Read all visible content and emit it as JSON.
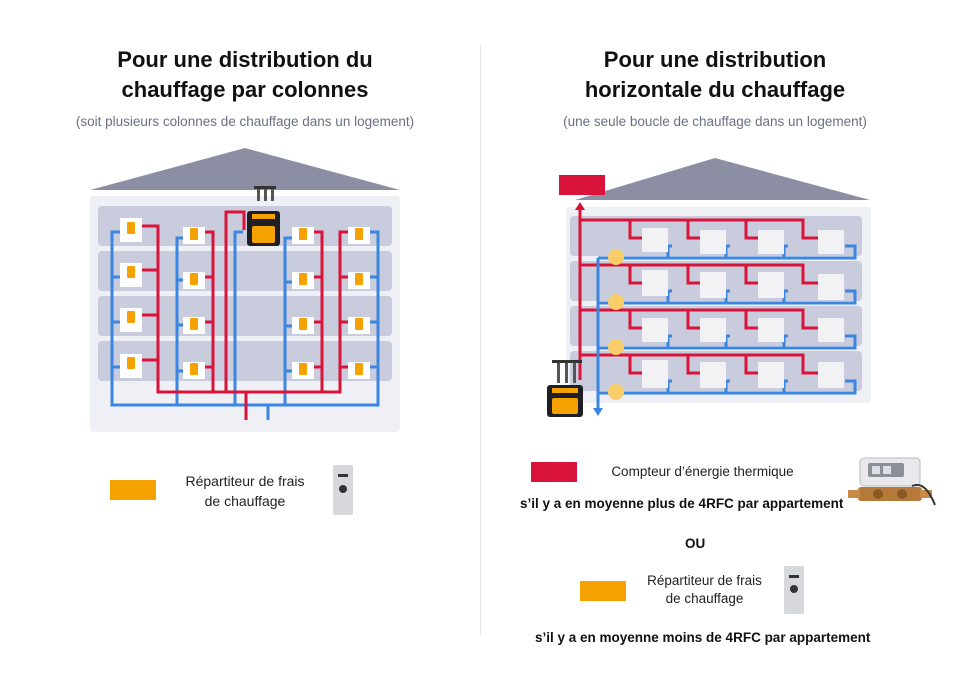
{
  "left": {
    "title_line1": "Pour une distribution du",
    "title_line2": "chauffage par colonnes",
    "subtitle": "(soit plusieurs colonnes de chauffage dans un logement)",
    "legend_line1": "Répartiteur de frais",
    "legend_line2": "de chauffage"
  },
  "right": {
    "title_line1": "Pour une distribution",
    "title_line2": "horizontale du chauffage",
    "subtitle": "(une seule boucle de chauffage dans un logement)",
    "meter_label": "Compteur d’énergie thermique",
    "condition_more": "s’il y a en moyenne plus de 4RFC par appartement",
    "or_label": "OU",
    "legend_line1": "Répartiteur de frais",
    "legend_line2": "de chauffage",
    "condition_less": "s’il y a en moyenne moins de 4RFC par appartement"
  },
  "colors": {
    "hot_pipe": "#d9133a",
    "cold_pipe": "#3b86e0",
    "allocator": "#f5a100",
    "roof": "#8c8fa3",
    "floor": "#c8ccdc",
    "building": "#eef0f6",
    "meter": "#d9133a"
  }
}
